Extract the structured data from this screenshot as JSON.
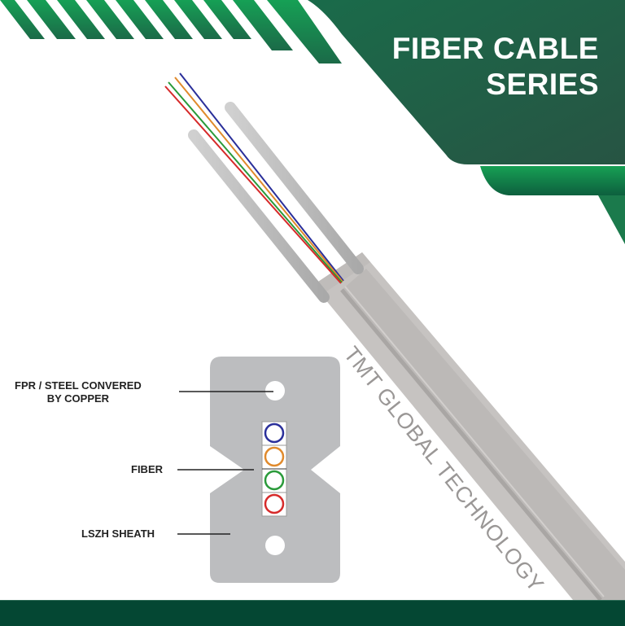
{
  "header": {
    "title_line1": "FIBER CABLE",
    "title_line2": "SERIES"
  },
  "cable": {
    "brand_print": "TMT GLOBAL TECHNOLOGY",
    "fiber_colors": [
      "#2a2f9a",
      "#e08a2c",
      "#2a9a3a",
      "#d62a2a"
    ]
  },
  "diagram": {
    "labels": {
      "strength_member": [
        "FPR / STEEL CONVERED",
        "BY COPPER"
      ],
      "fiber": "FIBER",
      "sheath": "LSZH SHEATH"
    }
  },
  "colors": {
    "green_dark": "#1e5b45",
    "green_bright": "#13924f",
    "footer": "#044733",
    "cable_gray": "#c4c1bf",
    "diagram_gray": "#bcbdbf"
  }
}
